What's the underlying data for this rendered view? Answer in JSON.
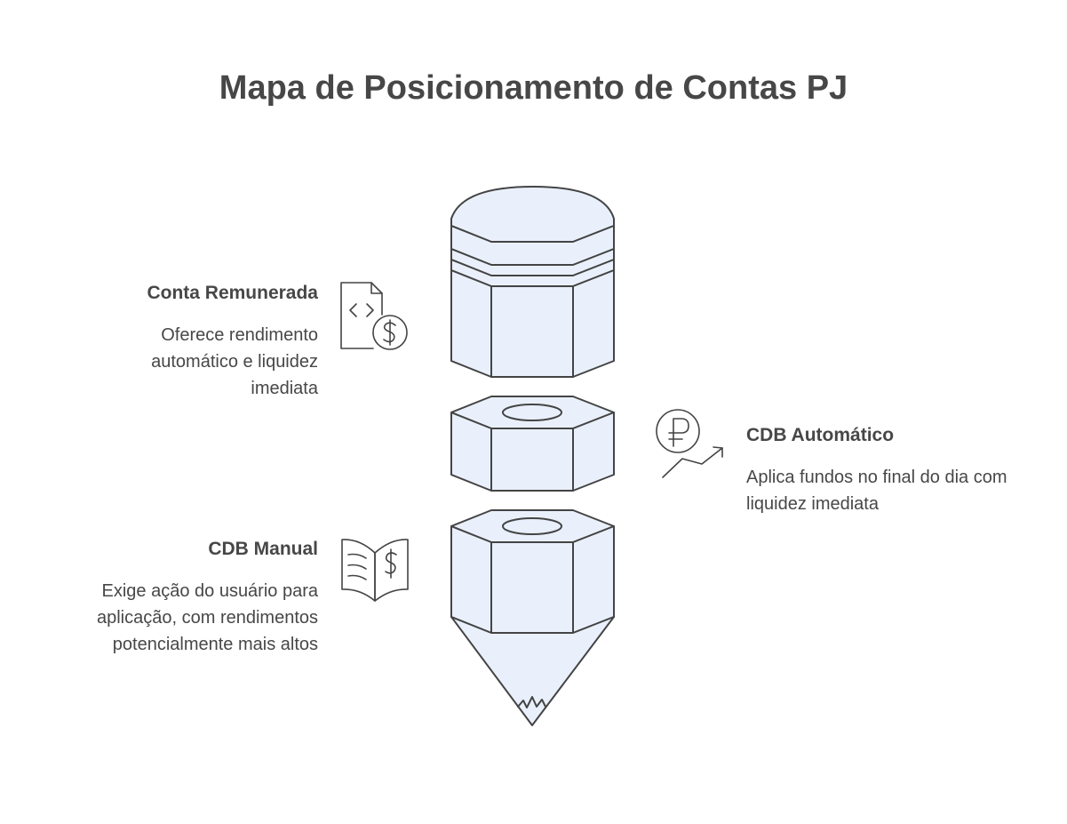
{
  "title": "Mapa de Posicionamento de Contas PJ",
  "items": [
    {
      "title": "Conta Remunerada",
      "description": "Oferece rendimento automático e liquidez imediata",
      "icon": "document-dollar-icon"
    },
    {
      "title": "CDB Automático",
      "description": "Aplica fundos no final do dia com liquidez imediata",
      "icon": "ruble-growth-icon"
    },
    {
      "title": "CDB Manual",
      "description": "Exige ação do usuário para aplicação, com rendimentos potencialmente mais altos",
      "icon": "open-book-dollar-icon"
    }
  ],
  "colors": {
    "fill": "#e9f0fc",
    "stroke": "#444444",
    "text": "#474747"
  }
}
